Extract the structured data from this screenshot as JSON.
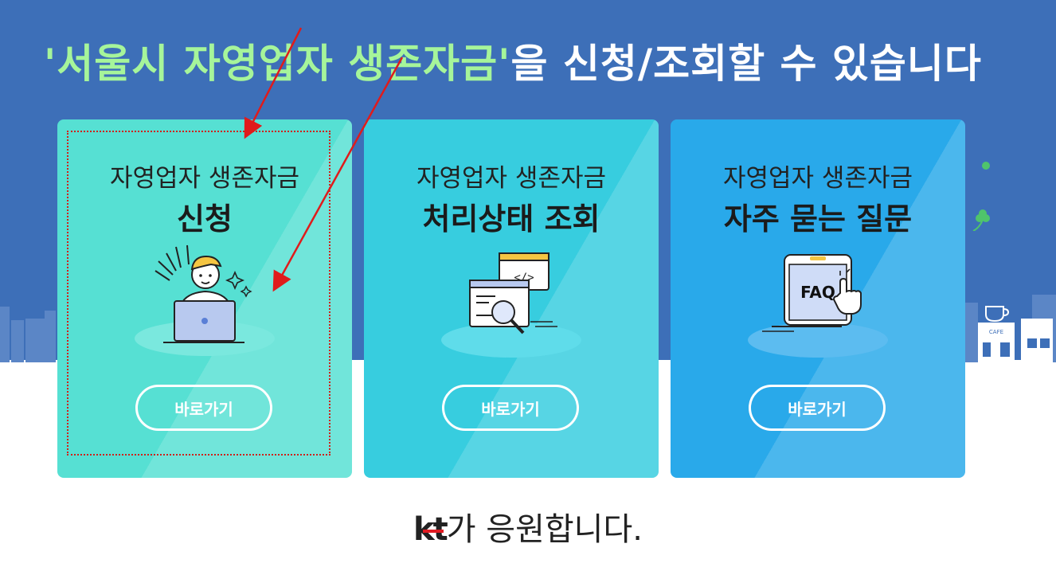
{
  "headline": {
    "quoted": "'서울시 자영업자 생존자금'",
    "rest": "을 신청/조회할 수 있습니다"
  },
  "cards": [
    {
      "sub": "자영업자 생존자금",
      "main": "신청",
      "button": "바로가기",
      "illustration": "person-laptop-icon"
    },
    {
      "sub": "자영업자 생존자금",
      "main": "처리상태 조회",
      "button": "바로가기",
      "illustration": "code-window-magnifier-icon"
    },
    {
      "sub": "자영업자 생존자금",
      "main": "자주 묻는 질문",
      "button": "바로가기",
      "illustration": "faq-tablet-icon",
      "illustration_text": "FAQ"
    }
  ],
  "skyline_sign": "CAFE",
  "footer": {
    "brand": "kt",
    "text": "가 응원합니다."
  },
  "colors": {
    "hero_bg": "#3d6fb8",
    "headline_highlight": "#a6f59a",
    "card_1": "#56e0d3",
    "card_2": "#37cddf",
    "card_3": "#29a9ea",
    "annotation_red": "#d0201a"
  }
}
